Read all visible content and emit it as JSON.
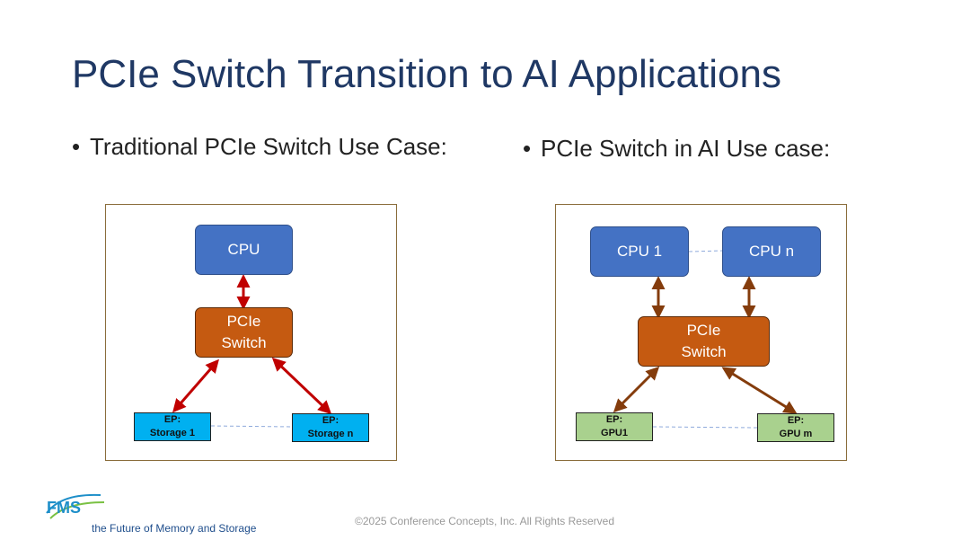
{
  "slide": {
    "title": "PCIe Switch Transition to AI Applications",
    "bullet_left": "Traditional PCIe Switch Use Case:",
    "bullet_right": "PCIe Switch in AI Use case:",
    "bullet_char": "•",
    "footer": "©2025 Conference Concepts, Inc. All Rights Reserved"
  },
  "logo": {
    "mark": "FMS",
    "tagline": "the Future of Memory and Storage"
  },
  "left_diagram": {
    "cpu": "CPU",
    "switch_line1": "PCIe",
    "switch_line2": "Switch",
    "ep1_line1": "EP:",
    "ep1_line2": "Storage 1",
    "ep2_line1": "EP:",
    "ep2_line2": "Storage n"
  },
  "right_diagram": {
    "cpu1": "CPU 1",
    "cpun": "CPU n",
    "switch_line1": "PCIe",
    "switch_line2": "Switch",
    "ep1_line1": "EP:",
    "ep1_line2": "GPU1",
    "ep2_line1": "EP:",
    "ep2_line2": "GPU m"
  },
  "colors": {
    "title": "#1f3864",
    "cpu": "#4472c4",
    "switch": "#c55a11",
    "storage_ep": "#00b0f0",
    "gpu_ep": "#a9d18e",
    "arrow_left": "#c00000",
    "arrow_right": "#843c0c",
    "dashed_link": "#8faadc",
    "panel_border": "#8a6d3b"
  }
}
